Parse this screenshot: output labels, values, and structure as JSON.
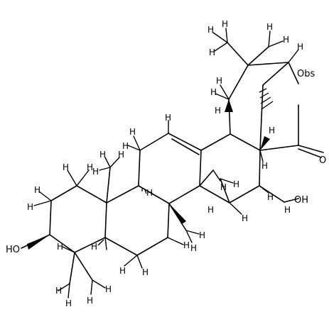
{
  "labels": {
    "h": "H",
    "o": "O",
    "ho": "HO",
    "oh": "OH",
    "obs": "Obs"
  }
}
